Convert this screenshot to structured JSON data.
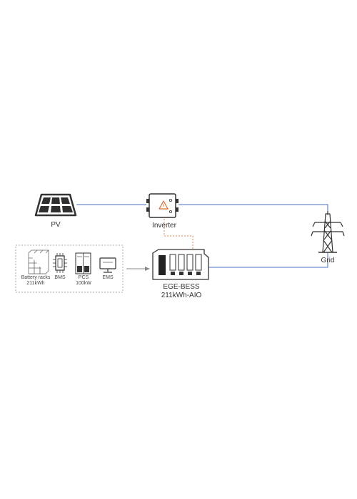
{
  "diagram": {
    "nodes": {
      "pv": {
        "label": "PV",
        "icon": "solar-panel-icon"
      },
      "inverter": {
        "label": "Inverter",
        "icon": "inverter-icon",
        "warning_icon": "warning-triangle-icon"
      },
      "grid": {
        "label": "Grid",
        "icon": "transmission-tower-icon"
      },
      "bess": {
        "label_line1": "EGE-BESS",
        "label_line2": "211kWh-AIO",
        "icon": "battery-cabinet-icon"
      }
    },
    "components": [
      {
        "label_line1": "Battery racks",
        "label_line2": "211kWh",
        "icon": "battery-racks-icon"
      },
      {
        "label_line1": "BMS",
        "label_line2": "",
        "icon": "bms-chip-icon"
      },
      {
        "label_line1": "PCS",
        "label_line2": "100kW",
        "icon": "pcs-cabinet-icon"
      },
      {
        "label_line1": "EMS",
        "label_line2": "",
        "icon": "ems-monitor-icon"
      }
    ],
    "colors": {
      "power_line": "#4a72c4",
      "dashed_link": "#e8834a",
      "icon_stroke": "#333333",
      "group_border": "#aaaaaa",
      "arrow": "#888888"
    }
  }
}
